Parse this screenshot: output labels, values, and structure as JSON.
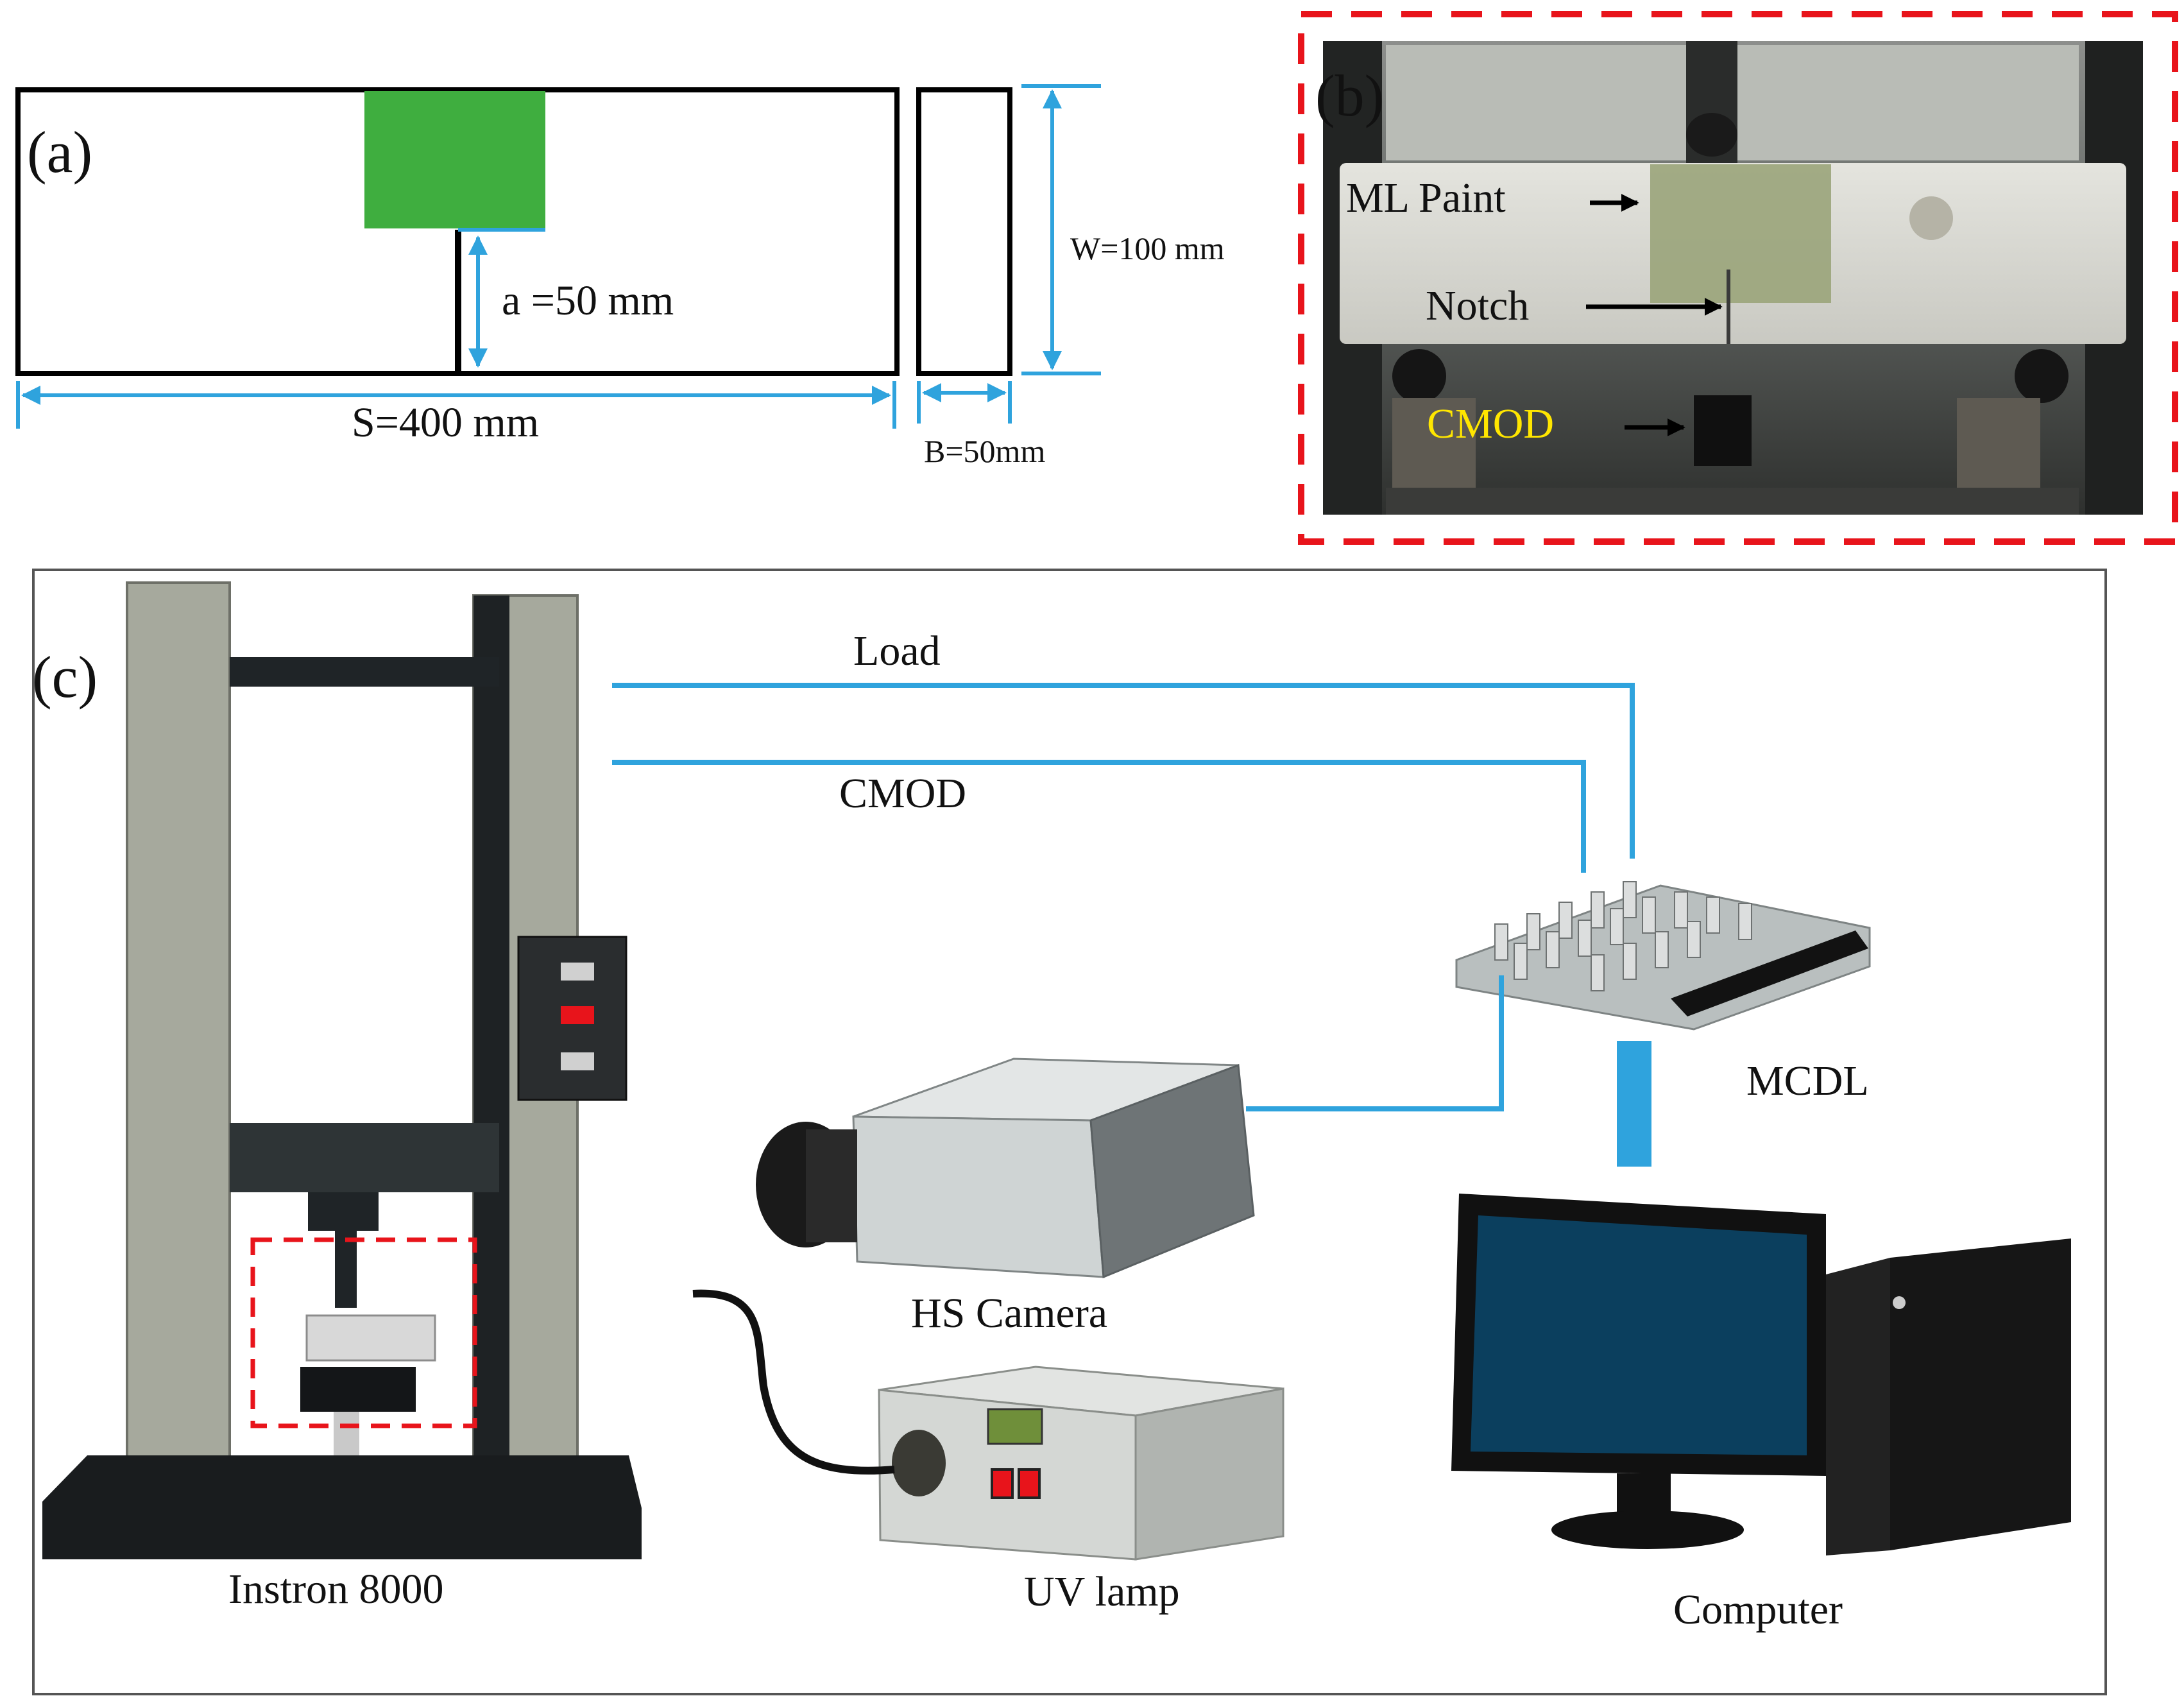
{
  "panel_a": {
    "label": "(a)",
    "dim_a": "a =50 mm",
    "dim_s": "S=400 mm",
    "dim_w": "W=100 mm",
    "dim_b": "B=50mm"
  },
  "panel_b": {
    "label": "(b)",
    "ml_paint": "ML Paint",
    "notch": "Notch",
    "cmod": "CMOD"
  },
  "panel_c": {
    "label": "(c)",
    "load": "Load",
    "cmod": "CMOD",
    "mcdl": "MCDL",
    "hs_camera": "HS Camera",
    "uv_lamp": "UV lamp",
    "instron": "Instron 8000",
    "computer": "Computer"
  },
  "colors": {
    "dimension_blue": "#2fa3dd",
    "paint_green": "#3fae3f",
    "highlight_red": "#e8141b",
    "cmod_yellow": "#ffe600",
    "screen_blue": "#0b3f5e"
  }
}
